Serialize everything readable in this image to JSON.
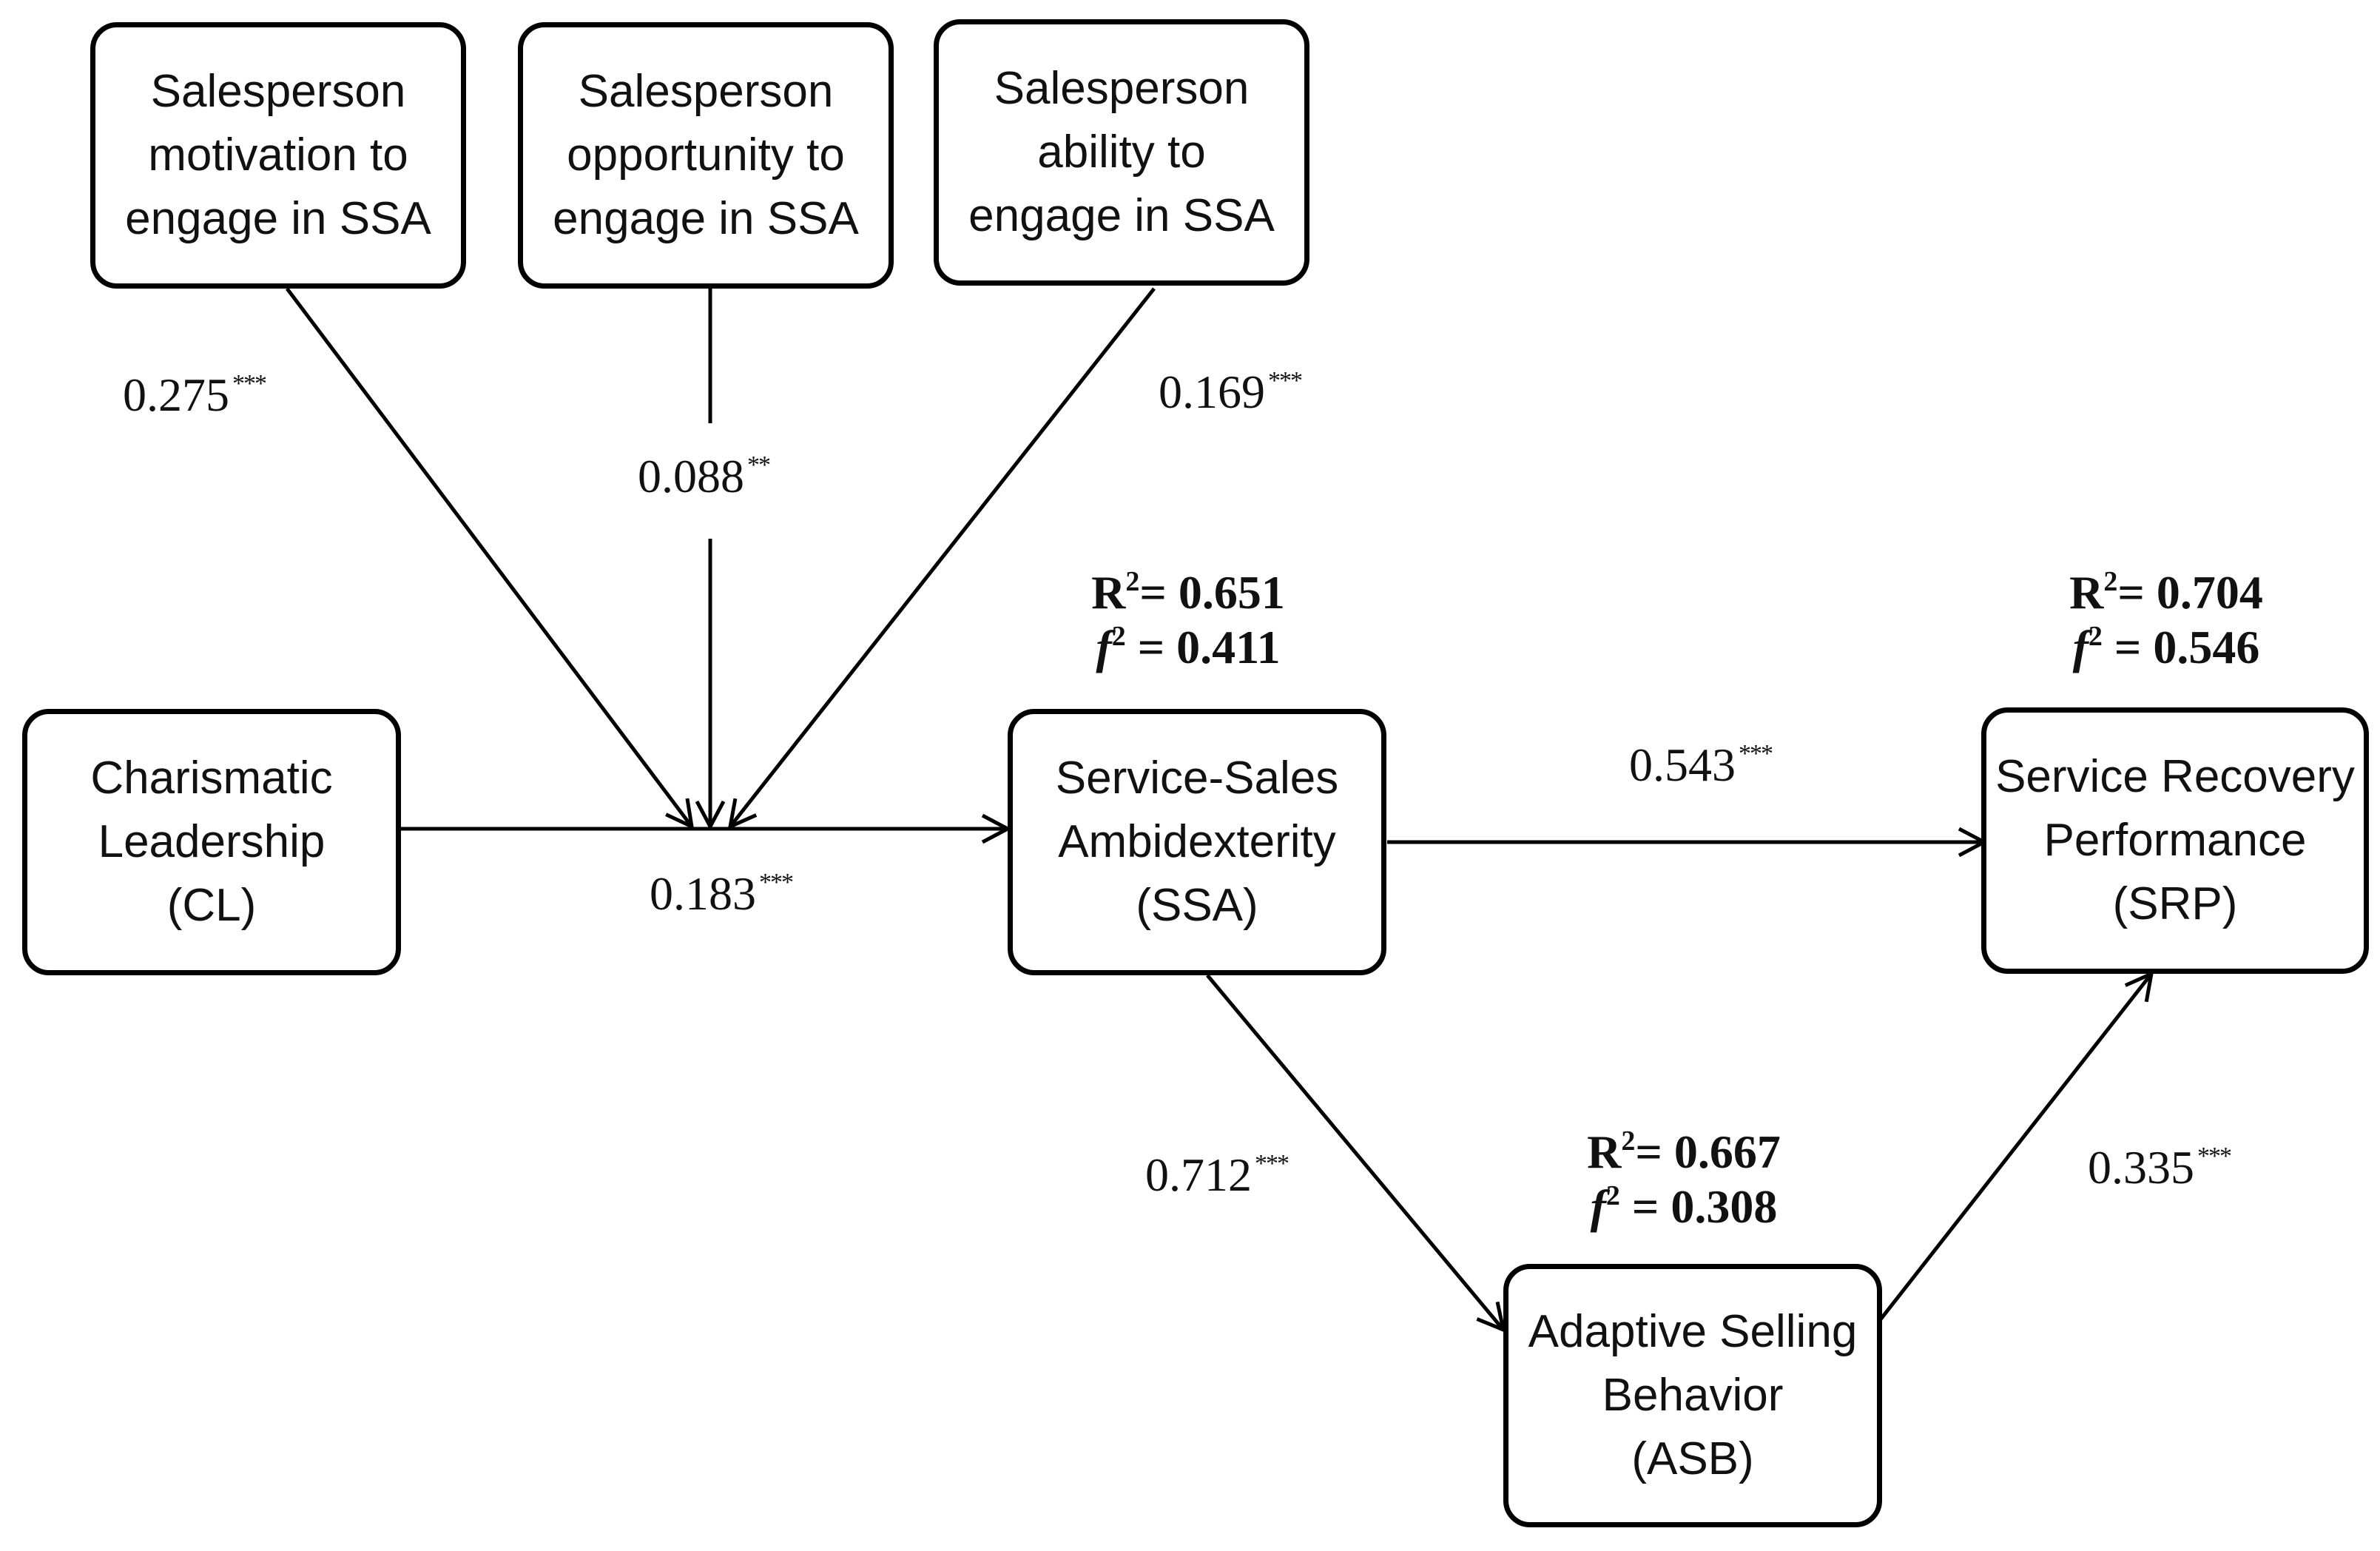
{
  "nodes": {
    "motivation": {
      "lines": [
        "Salesperson",
        "motivation to",
        "engage in SSA"
      ]
    },
    "opportunity": {
      "lines": [
        "Salesperson",
        "opportunity to",
        "engage in SSA"
      ]
    },
    "ability": {
      "lines": [
        "Salesperson",
        "ability to",
        "engage in SSA"
      ]
    },
    "cl": {
      "lines": [
        "Charismatic",
        "Leadership",
        "(CL)"
      ]
    },
    "ssa": {
      "lines": [
        "Service-Sales",
        "Ambidexterity",
        "(SSA)"
      ]
    },
    "srp": {
      "lines": [
        "Service Recovery",
        "Performance",
        "(SRP)"
      ]
    },
    "asb": {
      "lines": [
        "Adaptive Selling",
        "Behavior",
        "(ASB)"
      ]
    }
  },
  "paths": {
    "motivation": {
      "value": "0.275",
      "sig": "***"
    },
    "opportunity": {
      "value": "0.088",
      "sig": "**"
    },
    "ability": {
      "value": "0.169",
      "sig": "***"
    },
    "cl_ssa": {
      "value": "0.183",
      "sig": "***"
    },
    "ssa_srp": {
      "value": "0.543",
      "sig": "***"
    },
    "ssa_asb": {
      "value": "0.712",
      "sig": "***"
    },
    "asb_srp": {
      "value": "0.335",
      "sig": "***"
    }
  },
  "stats": {
    "ssa": {
      "r2_label": "R",
      "r2_sup": "2",
      "r2_value": "= 0.651",
      "f2_label": "f",
      "f2_sup": "2",
      "f2_value": " = 0.411"
    },
    "srp": {
      "r2_label": "R",
      "r2_sup": "2",
      "r2_value": "= 0.704",
      "f2_label": "f",
      "f2_sup": "2",
      "f2_value": " = 0.546"
    },
    "asb": {
      "r2_label": "R",
      "r2_sup": "2",
      "r2_value": "= 0.667",
      "f2_label": "f",
      "f2_sup": "2",
      "f2_value": " = 0.308"
    }
  },
  "style": {
    "line_color": "#000000",
    "text_color": "#111111",
    "background": "#ffffff"
  }
}
